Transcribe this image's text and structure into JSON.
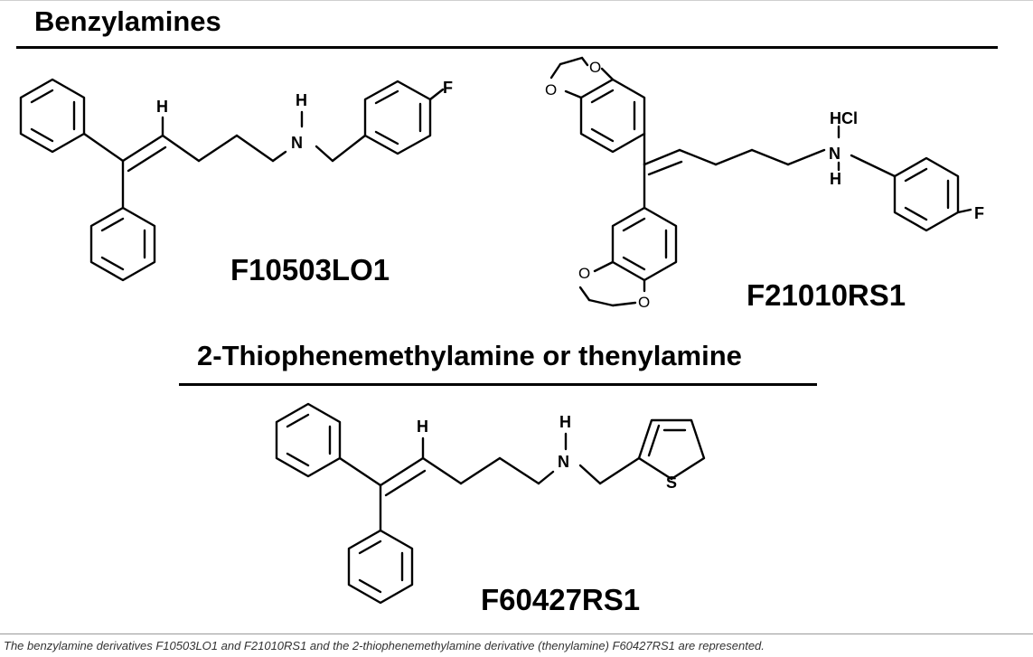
{
  "sections": {
    "benzylamines_title": "Benzylamines",
    "thiophene_title": "2-Thiophenemethylamine or thenylamine"
  },
  "compounds": {
    "a": {
      "label": "F10503LO1",
      "atoms": {
        "h_alkene": "H",
        "h_amine": "H",
        "n": "N",
        "f": "F"
      }
    },
    "b": {
      "label": "F21010RS1",
      "atoms": {
        "hcl": "HCl",
        "n": "N",
        "h_amine": "H",
        "f": "F",
        "o": "O"
      }
    },
    "c": {
      "label": "F60427RS1",
      "atoms": {
        "h_alkene": "H",
        "h_amine": "H",
        "n": "N",
        "s": "S"
      }
    }
  },
  "caption": "The benzylamine derivatives F10503LO1 and F21010RS1 and the 2-thiophenemethylamine derivative (thenylamine) F60427RS1 are represented."
}
